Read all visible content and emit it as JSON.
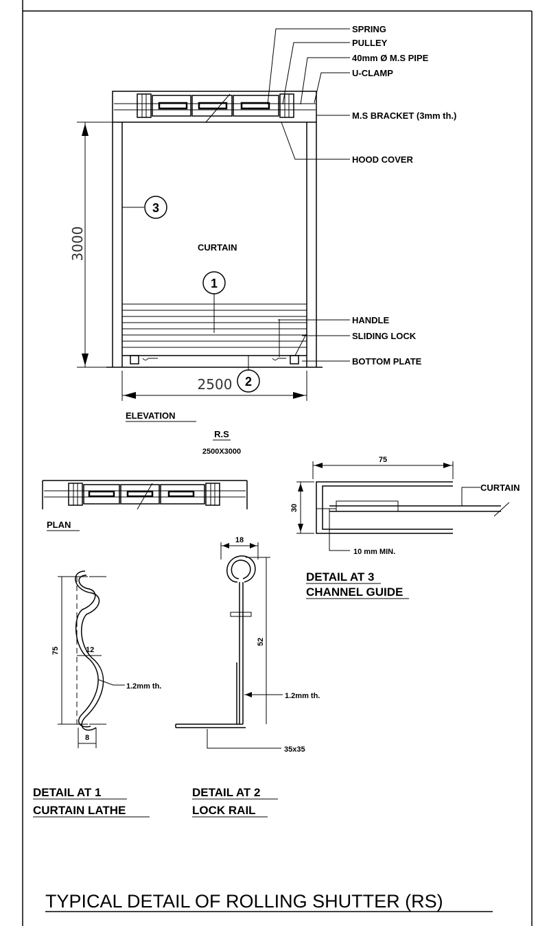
{
  "title": "TYPICAL DETAIL OF ROLLING SHUTTER (RS)",
  "elevation": {
    "caption": "ELEVATION",
    "sub_title": "R.S",
    "sub_size": "2500X3000",
    "height_dim": "3000",
    "width_dim": "2500",
    "curtain_label": "CURTAIN",
    "callouts": {
      "spring": "SPRING",
      "pulley": "PULLEY",
      "pipe": "40mm Ø M.S PIPE",
      "uclamp": "U-CLAMP",
      "bracket": "M.S BRACKET (3mm th.)",
      "hood": "HOOD COVER",
      "handle": "HANDLE",
      "sliding_lock": "SLIDING LOCK",
      "bottom_plate": "BOTTOM PLATE"
    },
    "bubbles": {
      "b1": "1",
      "b2": "2",
      "b3": "3"
    }
  },
  "plan": {
    "caption": "PLAN"
  },
  "detail3": {
    "caption1": "DETAIL AT 3",
    "caption2": "CHANNEL GUIDE",
    "dim_width": "75",
    "dim_height": "30",
    "curtain": "CURTAIN",
    "min": "10 mm MIN."
  },
  "detail1": {
    "caption1": "DETAIL AT 1",
    "caption2": "CURTAIN LATHE",
    "dim_height": "75",
    "dim_depth": "12",
    "dim_bottom": "8",
    "thickness": "1.2mm th."
  },
  "detail2": {
    "caption1": "DETAIL AT 2",
    "caption2": "LOCK RAIL",
    "dim_top": "18",
    "dim_height": "52",
    "thickness": "1.2mm th.",
    "angle": "35x35"
  }
}
